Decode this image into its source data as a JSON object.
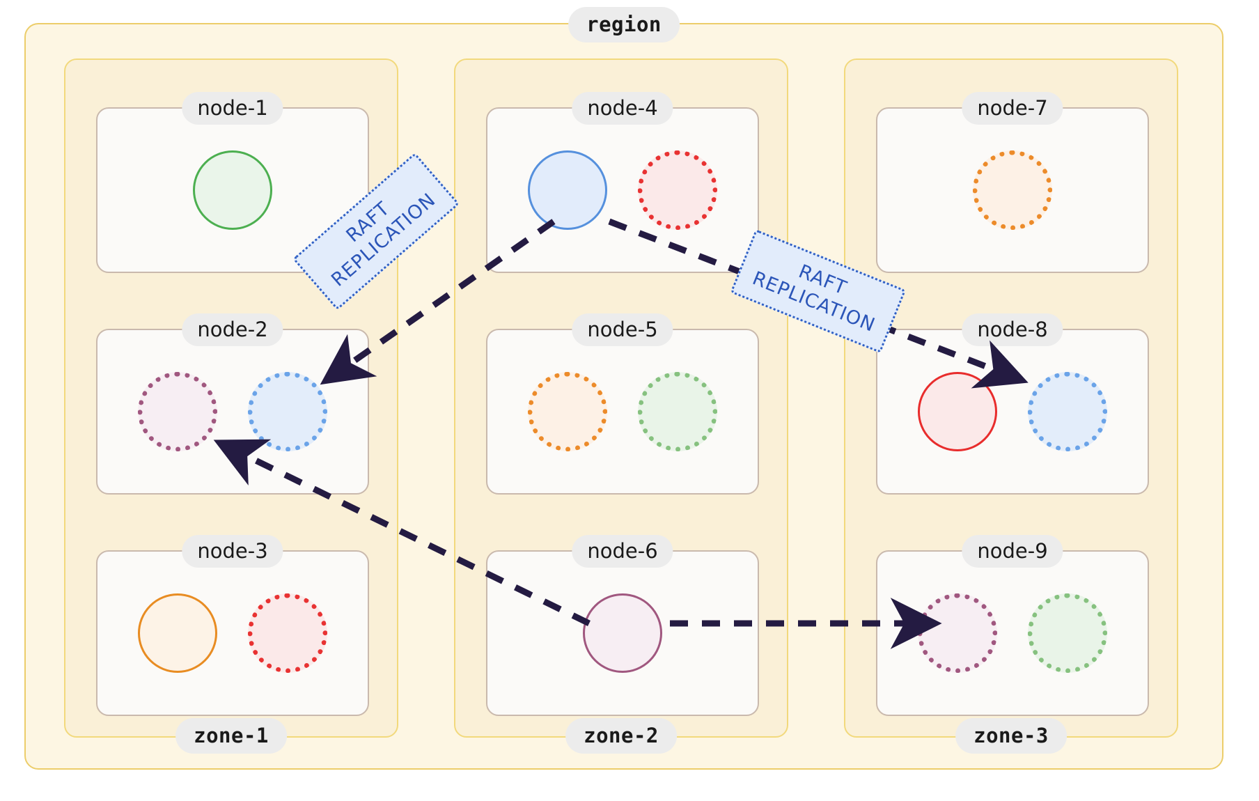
{
  "diagram": {
    "type": "cluster-topology",
    "region": {
      "label": "region"
    },
    "zones": [
      {
        "id": "zone-1",
        "label": "zone-1"
      },
      {
        "id": "zone-2",
        "label": "zone-2"
      },
      {
        "id": "zone-3",
        "label": "zone-3"
      }
    ],
    "nodes": [
      {
        "id": "node-1",
        "label": "node-1",
        "zone": "zone-1",
        "row": 1,
        "shards": [
          {
            "style": "solid",
            "color": "#4caf50",
            "fill": "#eaf5ea"
          }
        ]
      },
      {
        "id": "node-2",
        "label": "node-2",
        "zone": "zone-1",
        "row": 2,
        "shards": [
          {
            "style": "dotted",
            "color": "#a0577f",
            "fill": "#f7eef3"
          },
          {
            "style": "dotted",
            "color": "#6aa3e8",
            "fill": "#e3edfa"
          }
        ]
      },
      {
        "id": "node-3",
        "label": "node-3",
        "zone": "zone-1",
        "row": 3,
        "shards": [
          {
            "style": "solid",
            "color": "#e88c22",
            "fill": "#fdf3e7"
          },
          {
            "style": "dotted",
            "color": "#e83232",
            "fill": "#fbe9e9"
          }
        ]
      },
      {
        "id": "node-4",
        "label": "node-4",
        "zone": "zone-2",
        "row": 1,
        "shards": [
          {
            "style": "solid",
            "color": "#5590dd",
            "fill": "#e2ecfb"
          },
          {
            "style": "dotted",
            "color": "#e83232",
            "fill": "#fbe9e9"
          }
        ]
      },
      {
        "id": "node-5",
        "label": "node-5",
        "zone": "zone-2",
        "row": 2,
        "shards": [
          {
            "style": "dotted",
            "color": "#ec8b2a",
            "fill": "#fdf1e6"
          },
          {
            "style": "dotted",
            "color": "#86c17f",
            "fill": "#e9f4e8"
          }
        ]
      },
      {
        "id": "node-6",
        "label": "node-6",
        "zone": "zone-2",
        "row": 3,
        "shards": [
          {
            "style": "solid",
            "color": "#a0577f",
            "fill": "#f7eef3"
          }
        ]
      },
      {
        "id": "node-7",
        "label": "node-7",
        "zone": "zone-3",
        "row": 1,
        "shards": [
          {
            "style": "dotted",
            "color": "#ec8b2a",
            "fill": "#fdf1e6"
          }
        ]
      },
      {
        "id": "node-8",
        "label": "node-8",
        "zone": "zone-3",
        "row": 2,
        "shards": [
          {
            "style": "solid",
            "color": "#e82c2c",
            "fill": "#fbe9e9"
          },
          {
            "style": "dotted",
            "color": "#6aa3e8",
            "fill": "#e3edfa"
          }
        ]
      },
      {
        "id": "node-9",
        "label": "node-9",
        "zone": "zone-3",
        "row": 3,
        "shards": [
          {
            "style": "dotted",
            "color": "#a0577f",
            "fill": "#f7eef3"
          },
          {
            "style": "dotted",
            "color": "#86c17f",
            "fill": "#e9f4e8"
          }
        ]
      }
    ],
    "edges": [
      {
        "id": "edge-node4-node2",
        "from": "node-4",
        "to": "node-2",
        "label": "RAFT\nREPLICATION",
        "style": "dashed"
      },
      {
        "id": "edge-node4-node8",
        "from": "node-4",
        "to": "node-8",
        "label": "RAFT\nREPLICATION",
        "style": "dashed"
      },
      {
        "id": "edge-node6-node2",
        "from": "node-6",
        "to": "node-2",
        "label": "",
        "style": "dashed"
      },
      {
        "id": "edge-node6-node9",
        "from": "node-6",
        "to": "node-9",
        "label": "",
        "style": "dashed"
      }
    ],
    "edge_labels": [
      {
        "id": "raft-label-left",
        "line1": "RAFT",
        "line2": "REPLICATION"
      },
      {
        "id": "raft-label-right",
        "line1": "RAFT",
        "line2": "REPLICATION"
      }
    ],
    "colors": {
      "region_fill": "#fdf6e3",
      "region_border": "#eccd6a",
      "zone_fill": "#faf0d7",
      "zone_border": "#f2d97c",
      "node_fill": "#fbfaf8",
      "node_border": "#c9b9ad",
      "chip_fill": "#ececec",
      "arrow": "#241b42",
      "edge_label_fill": "#e2ecfb",
      "edge_label_border": "#2f5fc4",
      "edge_label_text": "#2b55b8"
    }
  }
}
